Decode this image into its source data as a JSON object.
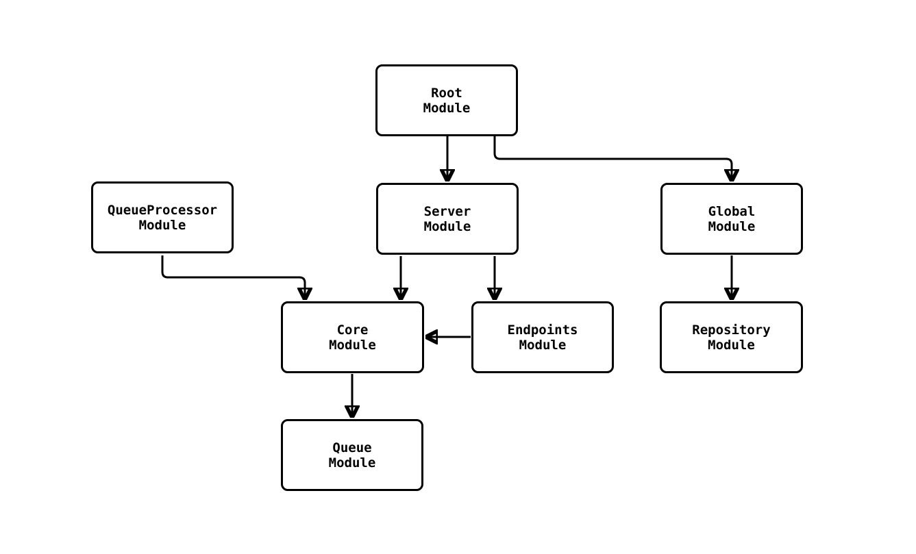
{
  "diagram": {
    "type": "flowchart",
    "background_color": "#ffffff",
    "node_fill_color": "#ffffff",
    "node_border_color": "#000000",
    "arrow_color": "#000000",
    "text_color": "#000000",
    "nodes": {
      "root": {
        "label": "Root\nModule"
      },
      "queueprocessor": {
        "label": "QueueProcessor\nModule"
      },
      "server": {
        "label": "Server\nModule"
      },
      "global": {
        "label": "Global\nModule"
      },
      "core": {
        "label": "Core\nModule"
      },
      "endpoints": {
        "label": "Endpoints\nModule"
      },
      "repository": {
        "label": "Repository\nModule"
      },
      "queue": {
        "label": "Queue\nModule"
      }
    },
    "edges": [
      {
        "from": "root",
        "to": "server"
      },
      {
        "from": "root",
        "to": "global"
      },
      {
        "from": "queueprocessor",
        "to": "core"
      },
      {
        "from": "server",
        "to": "core"
      },
      {
        "from": "server",
        "to": "endpoints"
      },
      {
        "from": "endpoints",
        "to": "core"
      },
      {
        "from": "global",
        "to": "repository"
      },
      {
        "from": "core",
        "to": "queue"
      }
    ]
  }
}
